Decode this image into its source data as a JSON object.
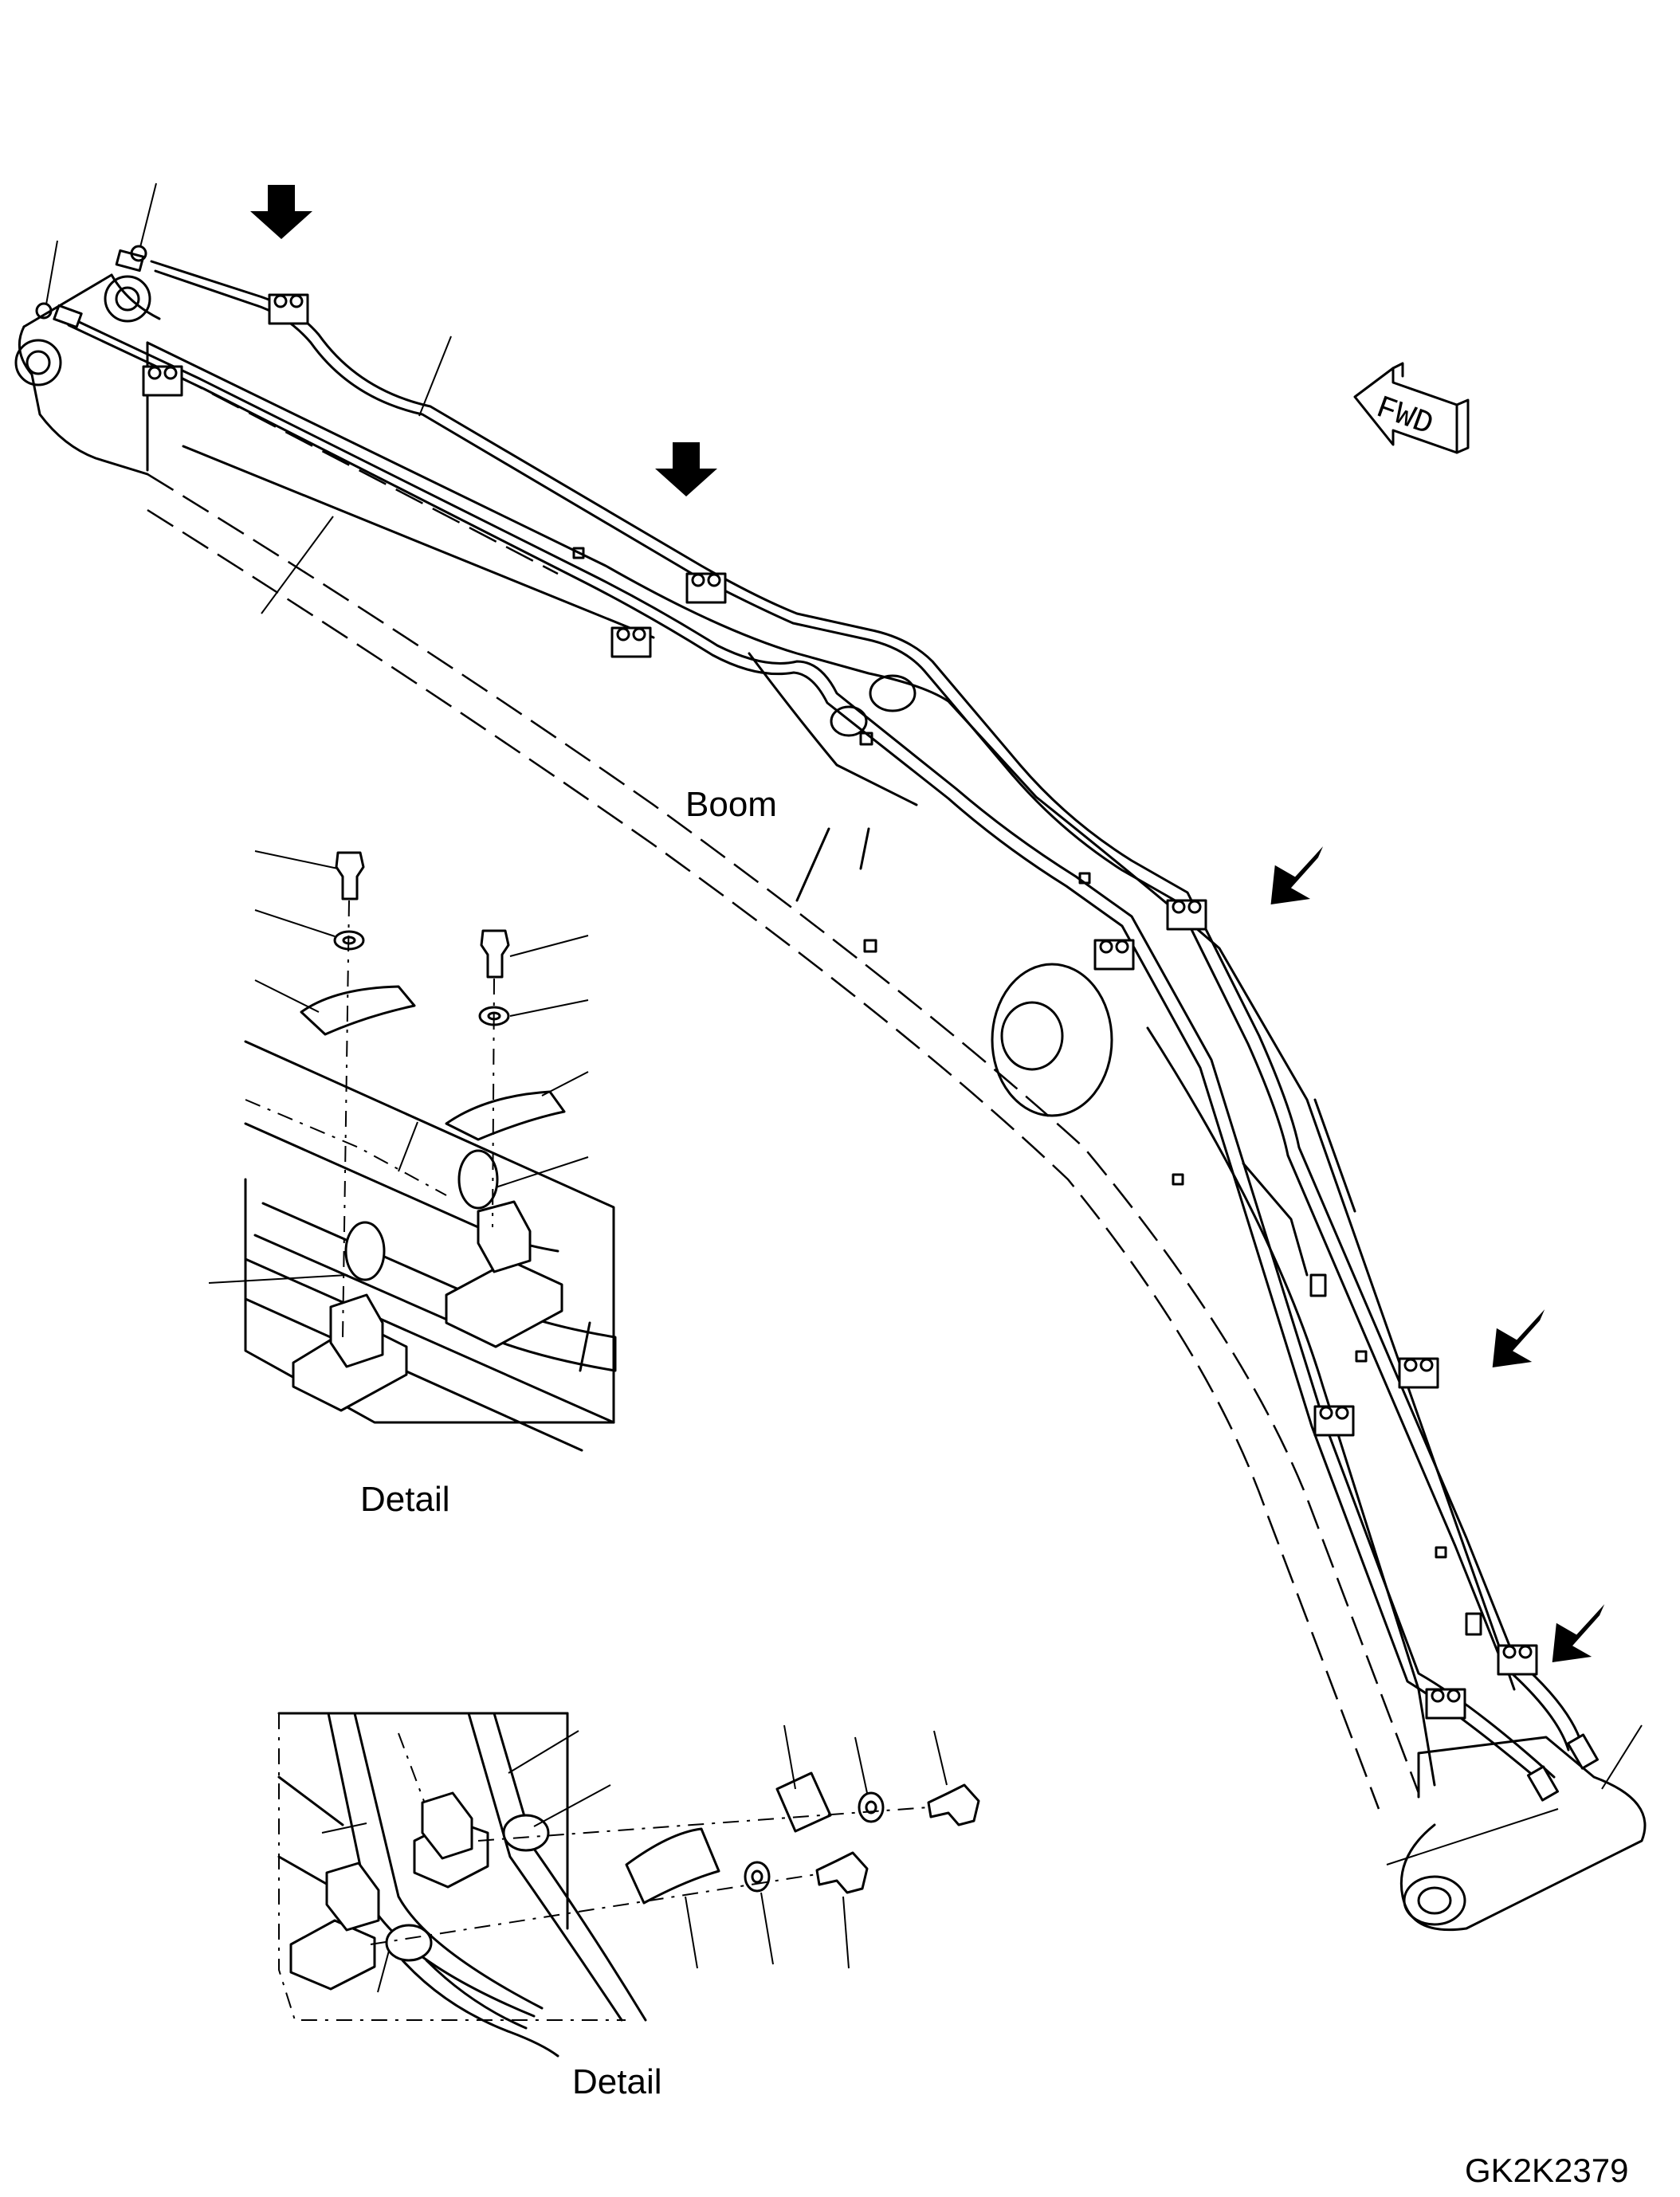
{
  "diagram": {
    "boom_label": "Boom",
    "detail_label_1": "Detail",
    "detail_label_2": "Detail",
    "fwd_label": "FWD",
    "drawing_number": "GK2K2379",
    "icons": [
      "direction-arrow-icon",
      "fwd-arrow-icon"
    ]
  }
}
